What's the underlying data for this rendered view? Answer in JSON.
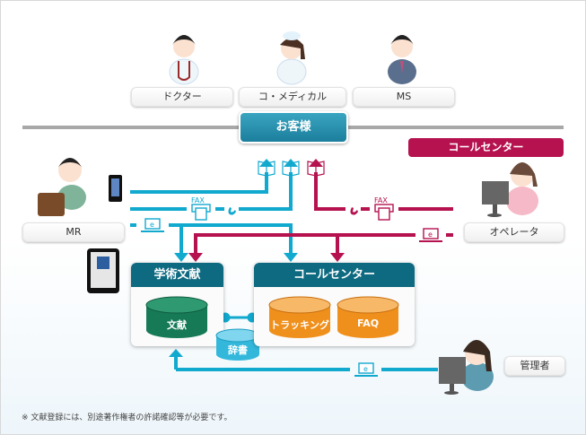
{
  "top_people": [
    {
      "name": "doctor",
      "label": "ドクター"
    },
    {
      "name": "co-medical",
      "label": "コ・メディカル"
    },
    {
      "name": "ms",
      "label": "MS"
    }
  ],
  "customer": {
    "label": "お客様"
  },
  "call_center_badge": {
    "label": "コールセンター"
  },
  "mr": {
    "label": "MR"
  },
  "operator": {
    "label": "オペレータ"
  },
  "admin": {
    "label": "管理者"
  },
  "channels": {
    "fax": "FAX",
    "email": "e"
  },
  "panels": {
    "literature": {
      "title": "学術文献",
      "db": "文献"
    },
    "dictionary": {
      "label": "辞書"
    },
    "call_center": {
      "title": "コールセンター",
      "dbs": [
        "トラッキング",
        "FAQ"
      ]
    }
  },
  "note": "※ 文献登録には、別途著作権者の許諾確認等が必要です。",
  "colors": {
    "blue": "#12a9cf",
    "red": "#b5124f",
    "panel_head": "#0e6a80",
    "green_db": "#177a57",
    "orange_db": "#f0901c",
    "dict": "#33b8dc"
  }
}
